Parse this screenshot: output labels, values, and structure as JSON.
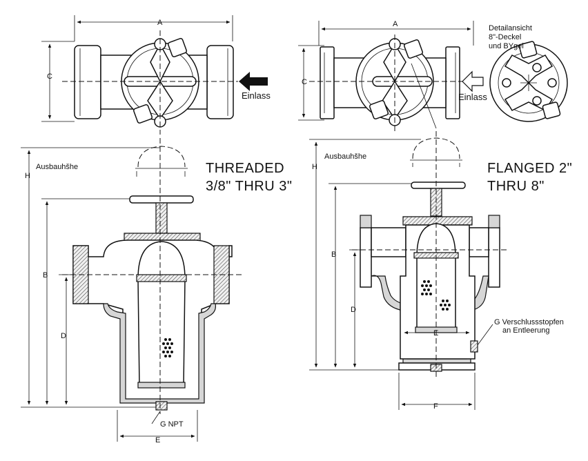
{
  "threaded": {
    "title_line1": "THREADED",
    "title_line2": "3/8\" THRU 3\"",
    "inlet_label": "Einlass",
    "removal_label": "Ausbauhšhe",
    "drain_label": "G  NPT",
    "dims": {
      "a": "A",
      "b": "B",
      "c": "C",
      "d": "D",
      "e": "E",
      "h": "H"
    }
  },
  "flanged": {
    "title_line1": "FLANGED 2\"",
    "title_line2": "THRU 8\"",
    "inlet_label": "Einlass",
    "removal_label": "Ausbauhšhe",
    "drain_label_line1": "G  Verschlussstopfen",
    "drain_label_line2": "an Entleerung",
    "dims": {
      "a": "A",
      "b": "B",
      "c": "C",
      "d": "D",
      "e": "E",
      "f": "F",
      "h": "H"
    }
  },
  "detail": {
    "line1": "Detailansicht",
    "line2": "8\"-Deckel",
    "line3": "und BYgel"
  }
}
